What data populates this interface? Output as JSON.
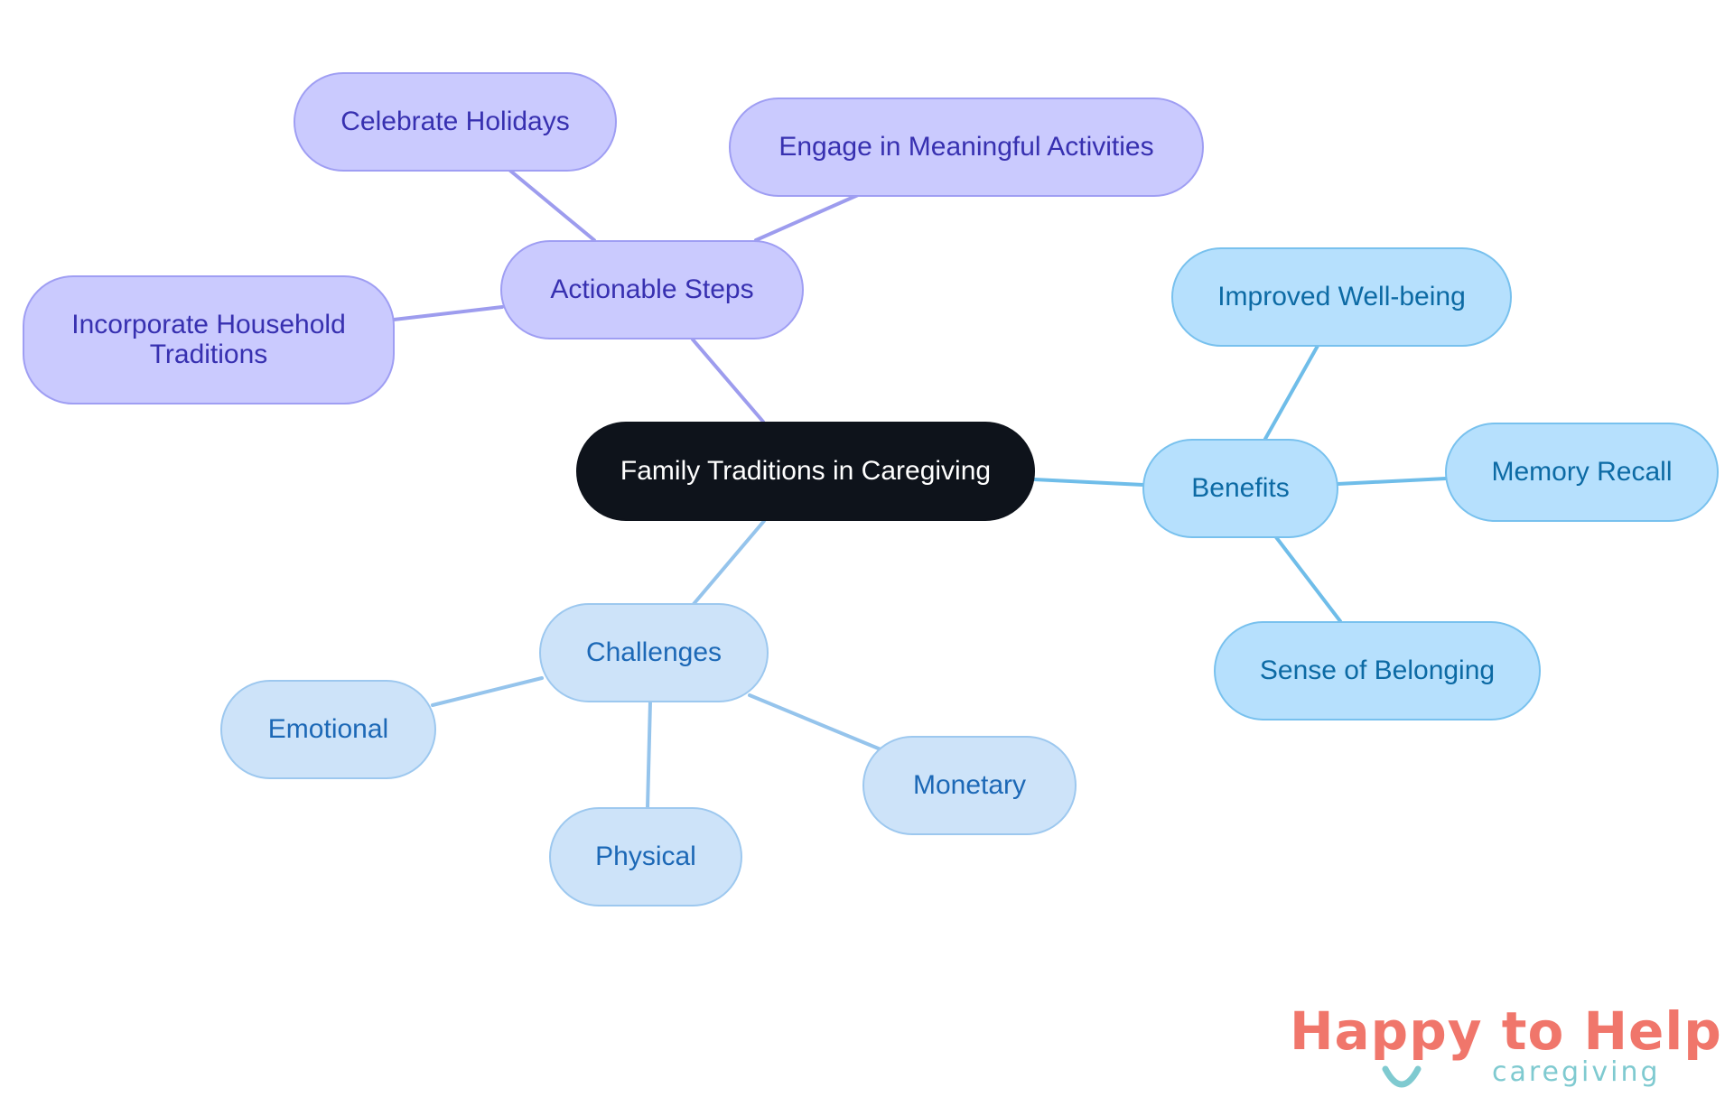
{
  "diagram": {
    "root": {
      "id": "root",
      "label": "Family Traditions in Caregiving",
      "color": "#0e131b"
    },
    "branches": [
      {
        "id": "actionable",
        "label": "Actionable Steps",
        "color": "#cacafe",
        "edge_color": "#9d9cee",
        "children": [
          {
            "id": "celebrate",
            "label": "Celebrate Holidays"
          },
          {
            "id": "engage",
            "label": "Engage in Meaningful Activities"
          },
          {
            "id": "incorporate",
            "label": "Incorporate Household\nTraditions"
          }
        ]
      },
      {
        "id": "benefits",
        "label": "Benefits",
        "color": "#b6e0fd",
        "edge_color": "#6fbde9",
        "children": [
          {
            "id": "wellbeing",
            "label": "Improved Well-being"
          },
          {
            "id": "memory",
            "label": "Memory Recall"
          },
          {
            "id": "belonging",
            "label": "Sense of Belonging"
          }
        ]
      },
      {
        "id": "challenges",
        "label": "Challenges",
        "color": "#cde3f9",
        "edge_color": "#95c4ec",
        "children": [
          {
            "id": "emotional",
            "label": "Emotional"
          },
          {
            "id": "physical",
            "label": "Physical"
          },
          {
            "id": "monetary",
            "label": "Monetary"
          }
        ]
      }
    ]
  },
  "logo": {
    "title": "Happy to Help",
    "subtitle": "caregiving",
    "title_color": "#f0766b",
    "accent_color": "#7fcad0"
  }
}
